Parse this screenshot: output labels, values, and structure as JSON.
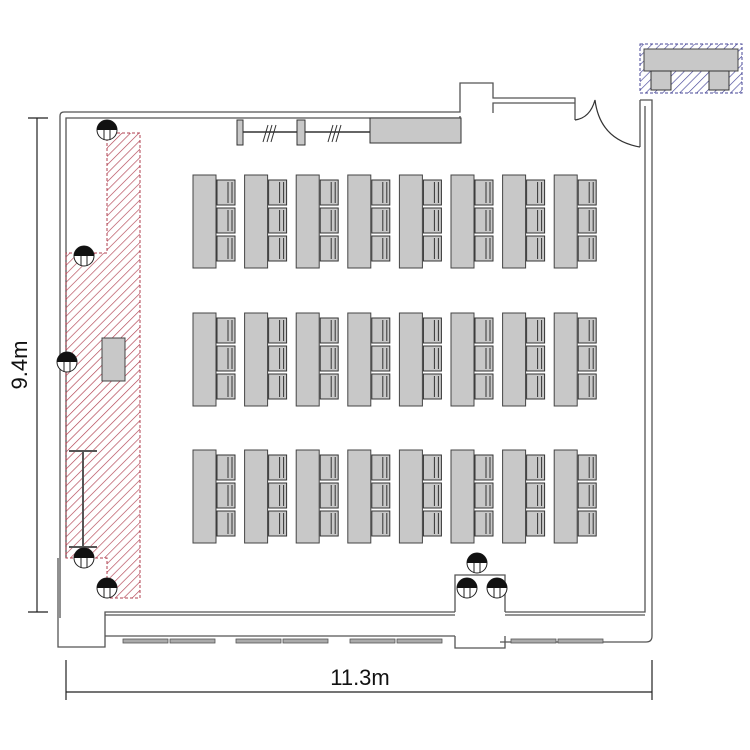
{
  "dimensions": {
    "depth_label": "9.4m",
    "width_label": "11.3m"
  },
  "layout": {
    "desk_columns": 8,
    "desk_rows": 3,
    "chairs_per_desk": 3
  },
  "colors": {
    "furniture": "#c8c8c8",
    "stage_hatch": "#b04050",
    "reserved_hatch": "#4a4a9a",
    "wall": "#555555"
  }
}
